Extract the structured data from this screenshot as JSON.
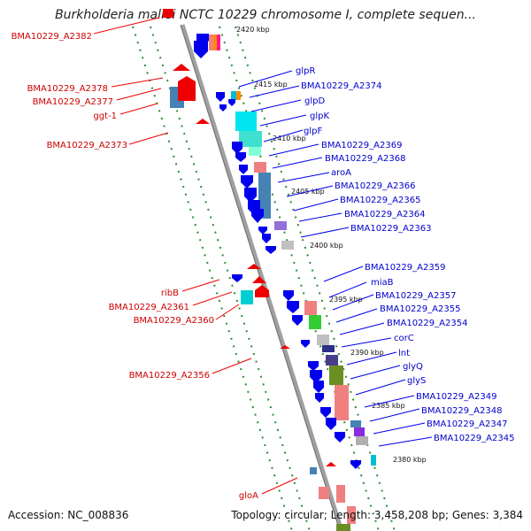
{
  "title": "Burkholderia mallei NCTC 10229 chromosome I, complete sequen...",
  "footer": {
    "accession": "Accession: NC_008836",
    "summary": "Topology: circular; Length: 3,458,208 bp; Genes: 3,384"
  },
  "colors": {
    "backbone": "#909090",
    "track_dots": "#2e8b2e",
    "reverse_gene": "#ee0000",
    "forward_gene": "#0000ee",
    "reverse_label": "#cc0000",
    "forward_label": "#0000cc"
  },
  "kbp_ticks": [
    "2420 kbp",
    "2415 kbp",
    "2410 kbp",
    "2405 kbp",
    "2400 kbp",
    "2395 kbp",
    "2390 kbp",
    "2385 kbp",
    "2380 kbp"
  ],
  "reverse_strand_labels": [
    "BMA10229_A2382",
    "BMA10229_A2378",
    "BMA10229_A2377",
    "ggt-1",
    "BMA10229_A2373",
    "ribB",
    "BMA10229_A2361",
    "BMA10229_A2360",
    "BMA10229_A2356",
    "gloA"
  ],
  "forward_strand_labels": [
    "glpR",
    "BMA10229_A2374",
    "glpD",
    "glpK",
    "glpF",
    "BMA10229_A2369",
    "BMA10229_A2368",
    "aroA",
    "BMA10229_A2366",
    "BMA10229_A2365",
    "BMA10229_A2364",
    "BMA10229_A2363",
    "BMA10229_A2359",
    "miaB",
    "BMA10229_A2357",
    "BMA10229_A2355",
    "BMA10229_A2354",
    "corC",
    "lnt",
    "glyQ",
    "glyS",
    "BMA10229_A2349",
    "BMA10229_A2348",
    "BMA10229_A2347",
    "BMA10229_A2345"
  ]
}
